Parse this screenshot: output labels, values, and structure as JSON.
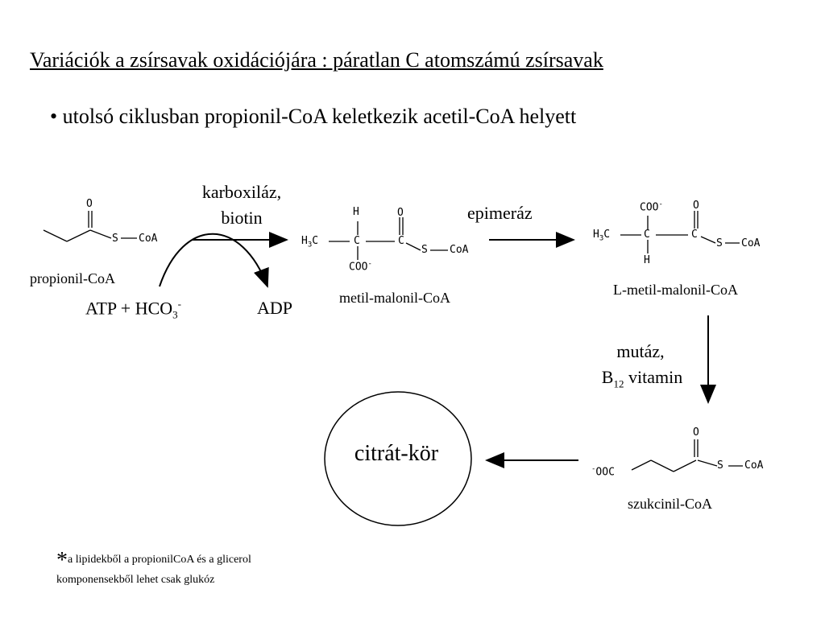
{
  "title": "Variációk a zsírsavak oxidációjára : páratlan C atomszámú zsírsavak",
  "bullet": "• utolsó ciklusban propionil-CoA keletkezik acetil-CoA helyett",
  "enzymes": {
    "karboxilaz_line1": "karboxiláz,",
    "karboxilaz_line2": "biotin",
    "epimeraz": "epimeráz",
    "mutaz_line1": "mutáz,",
    "mutaz_B": "B",
    "mutaz_sub": "12",
    "mutaz_rest": " vitamin"
  },
  "cofactors": {
    "atp": "ATP + HCO",
    "atp_sub": "3",
    "atp_sup": "-",
    "adp": "ADP"
  },
  "compounds": {
    "propionil": "propionil-CoA",
    "metil_malonil": "metil-malonil-CoA",
    "l_metil_malonil": "L-metil-malonil-CoA",
    "szukcinil": "szukcinil-CoA",
    "citrat": "citrát-kör"
  },
  "formula": {
    "O": "O",
    "H": "H",
    "C": "C",
    "S": "S",
    "CoA": "CoA",
    "H3C": "H",
    "sub3": "3",
    "coo": "COO",
    "minus": "-",
    "ooc": "OOC"
  },
  "footnote": {
    "star": "*",
    "text": "a lipidekből a propionilCoA és a glicerol komponensekből lehet csak glukóz"
  }
}
